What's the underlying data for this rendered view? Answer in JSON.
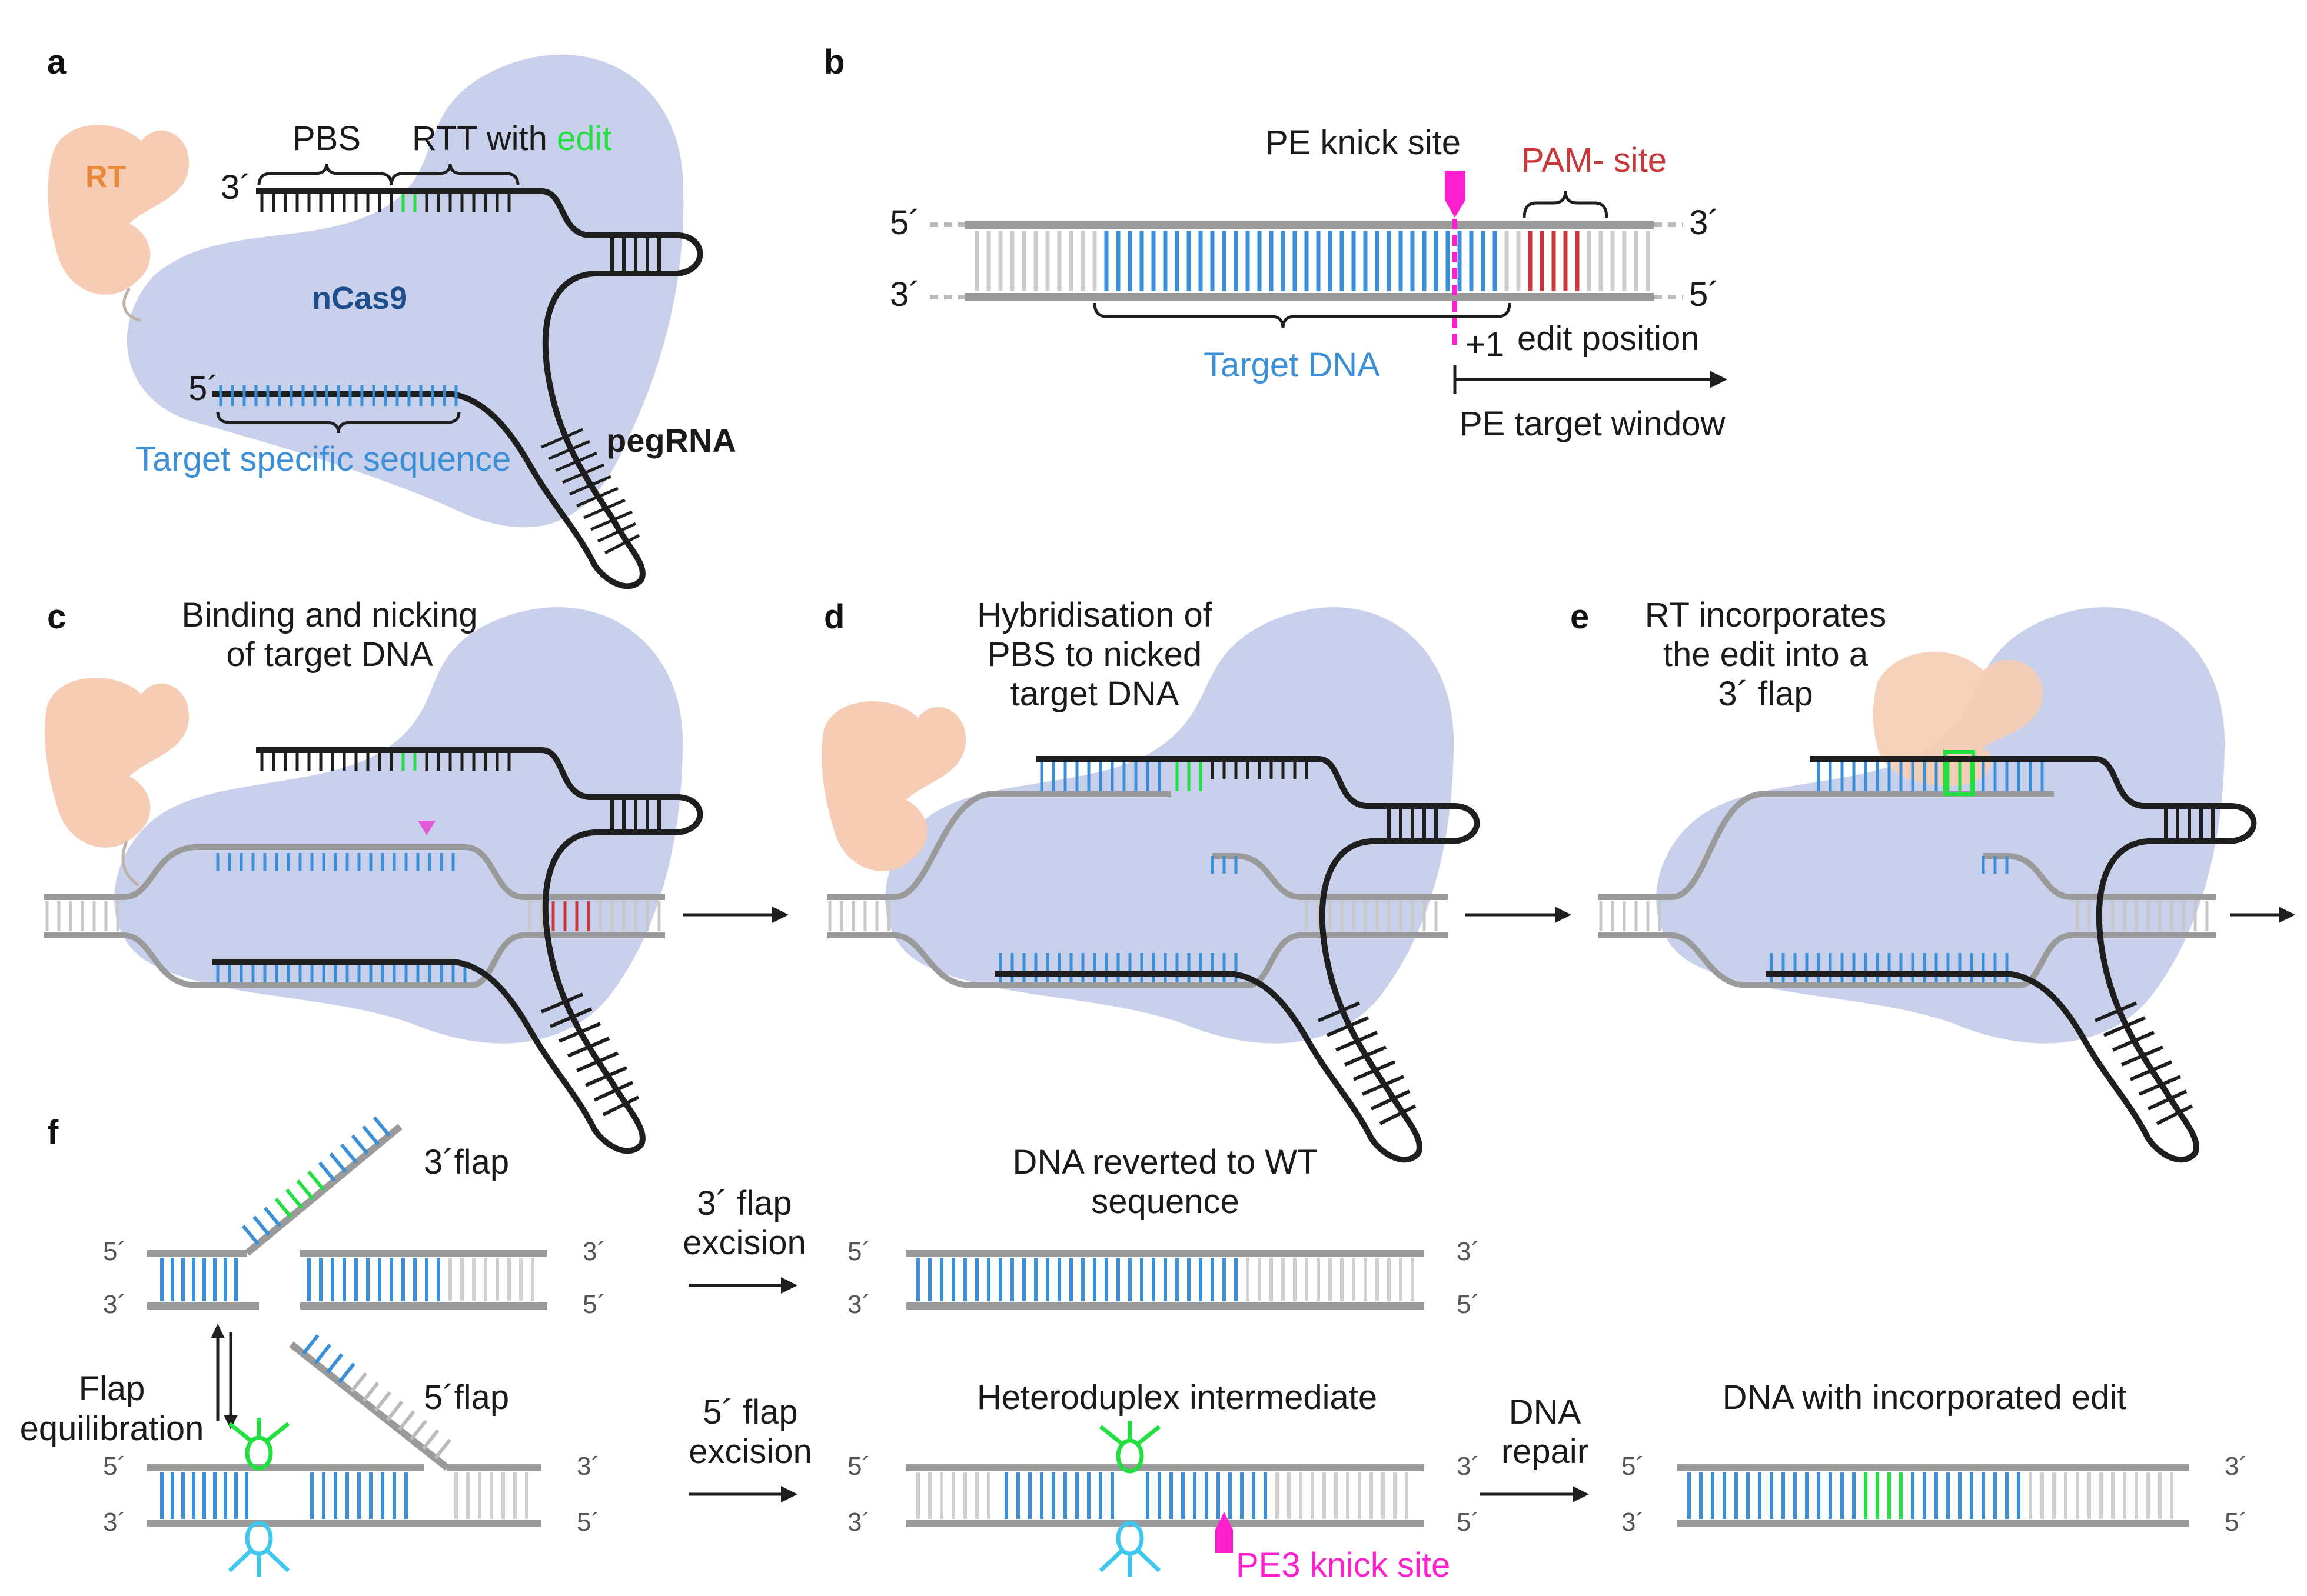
{
  "colors": {
    "blue": "#3a8fd8",
    "green": "#22e040",
    "red": "#c8383a",
    "magenta": "#ff1fcf",
    "cas9": "#c9d0ec",
    "rt": "#f6cdb4",
    "rt_text": "#e8883a",
    "cas9_text": "#1f4e8c",
    "dark": "#1e1e1e",
    "grey": "#9a9a9a"
  },
  "panels": {
    "a": {
      "letter": "a",
      "rt": "RT",
      "pbs": "PBS",
      "rtt_with": "RTT with ",
      "edit": "edit",
      "three_prime": "3´",
      "five_prime": "5´",
      "ncas9": "nCas9",
      "target_specific": "Target specific sequence",
      "pegrna": "pegRNA"
    },
    "b": {
      "letter": "b",
      "pe_knick_site": "PE knick site",
      "pam_site": "PAM- site",
      "five_top": "5´",
      "three_top": "3´",
      "three_bottom": "3´",
      "five_bottom": "5´",
      "target_dna": "Target DNA",
      "plus_one": "+1",
      "edit_position": "edit position",
      "pe_target_window": "PE target window"
    },
    "c": {
      "letter": "c",
      "title_1": "Binding and nicking",
      "title_2": "of target DNA"
    },
    "d": {
      "letter": "d",
      "title_1": "Hybridisation of",
      "title_2": "PBS to nicked",
      "title_3": "target DNA"
    },
    "e": {
      "letter": "e",
      "title_1": "RT incorporates",
      "title_2": "the edit into a",
      "title_3": "3´ flap"
    },
    "f": {
      "letter": "f",
      "three_flap": "3´flap",
      "five_flap": "5´flap",
      "flap": "Flap",
      "equilibration": "equilibration",
      "three_flap_excision_1": "3´ flap",
      "three_flap_excision_2": "excision",
      "five_flap_excision_1": "5´ flap",
      "five_flap_excision_2": "excision",
      "reverted_1": "DNA reverted to WT",
      "reverted_2": "sequence",
      "heteroduplex": "Heteroduplex intermediate",
      "dna_repair_1": "DNA",
      "dna_repair_2": "repair",
      "incorporated": "DNA with incorporated edit",
      "pe3_knick_site": "PE3 knick site",
      "five": "5´",
      "three": "3´"
    }
  }
}
